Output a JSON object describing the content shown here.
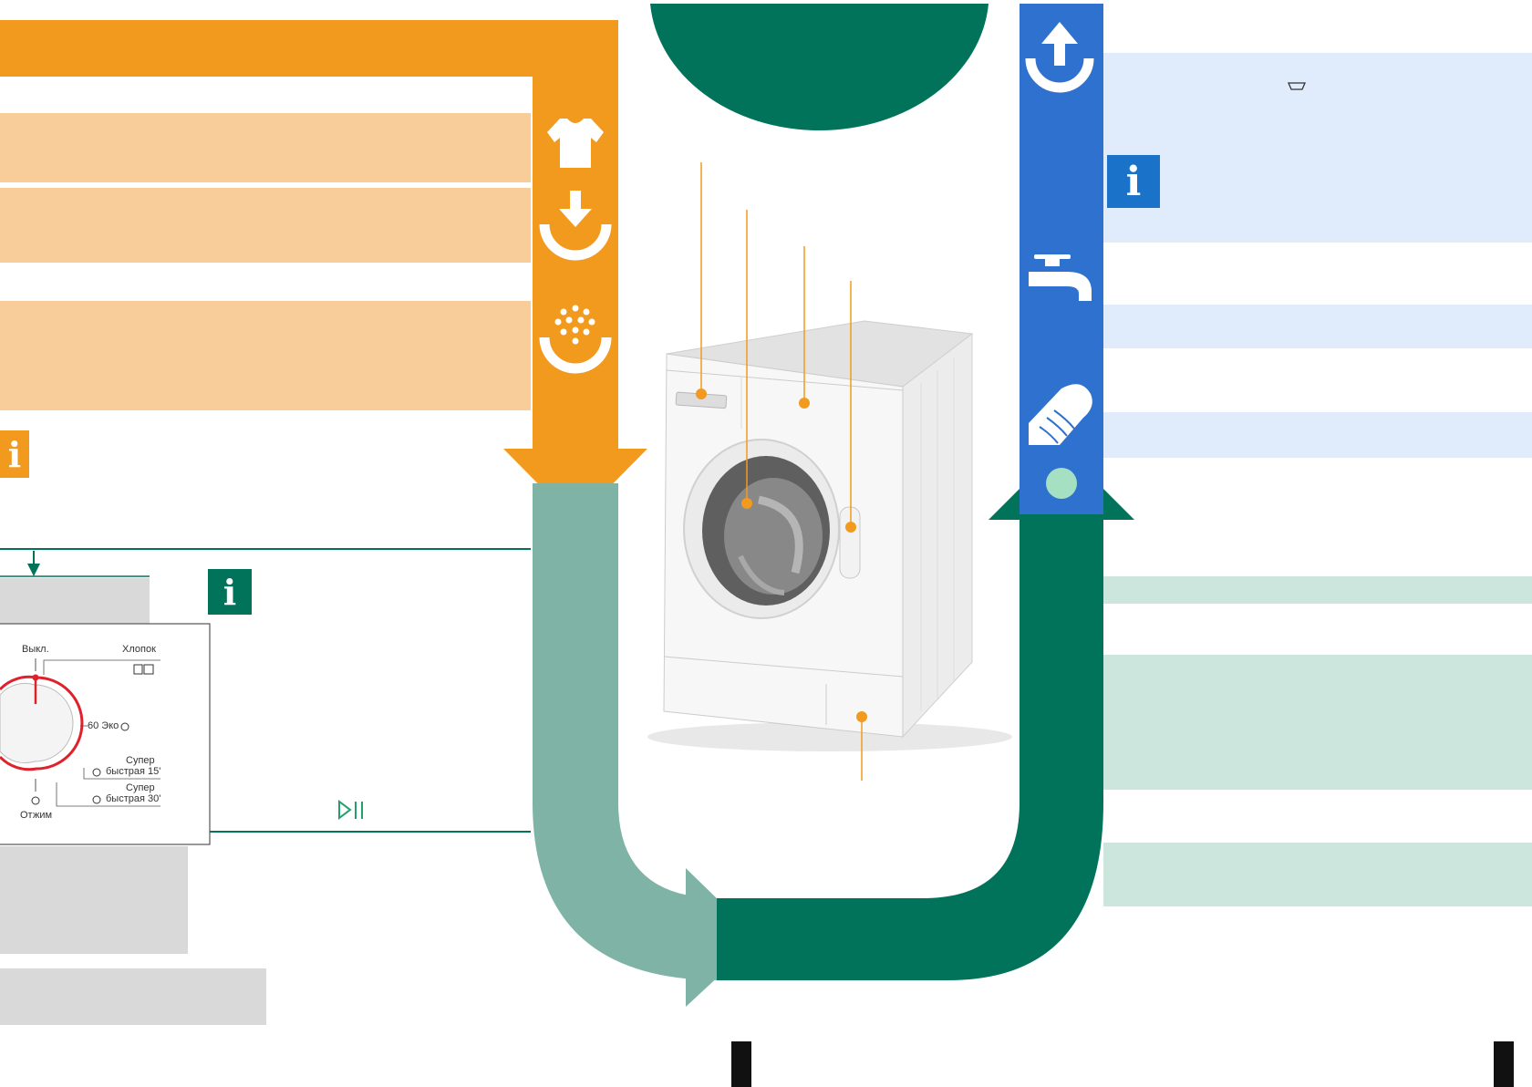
{
  "colors": {
    "orange": "#F29A1E",
    "orange_light": "#F8CD9A",
    "teal_dark": "#00735A",
    "teal_light": "#7FB3A6",
    "blue": "#2F71CE",
    "blue_light": "#E0ECFB",
    "green_light": "#CCE6DE",
    "grey": "#D9D9D9",
    "red": "#E0202A"
  },
  "info_icon": {
    "glyph": "i"
  },
  "control_panel": {
    "label_off": "Выкл.",
    "label_cotton": "Хлопок",
    "label_eco": "60 Эко",
    "label_super": "Супер",
    "label_quick15": "быстрая 15'",
    "label_quick30": "быстрая 30'",
    "label_spin": "Отжим"
  },
  "icons": {
    "left": [
      "shirt-icon",
      "load-icon",
      "detergent-icon"
    ],
    "right": [
      "unload-icon",
      "water-tap-icon",
      "cleaning-icon"
    ],
    "panel": [
      "start-pause-icon"
    ]
  }
}
